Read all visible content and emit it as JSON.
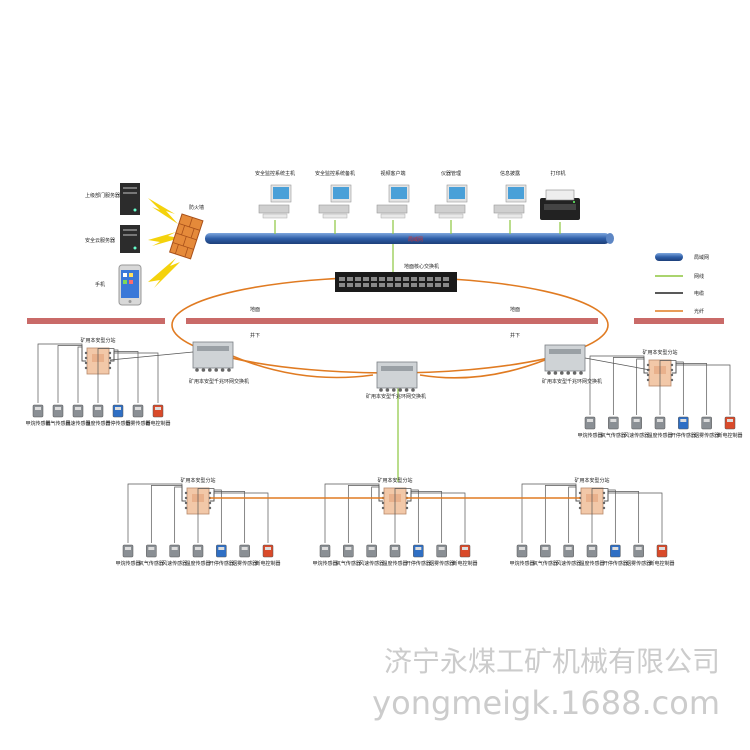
{
  "top_servers": [
    {
      "label": "上级部门服务器",
      "icon": "server-icon"
    },
    {
      "label": "安全云服务器",
      "icon": "server-icon"
    },
    {
      "label": "手机",
      "icon": "phone-icon"
    }
  ],
  "firewall_label": "防火墙",
  "workstations": [
    {
      "label": "安全监控系统主机"
    },
    {
      "label": "安全监控系统备机"
    },
    {
      "label": "视频客户端"
    },
    {
      "label": "仪器管理"
    },
    {
      "label": "信息披露"
    },
    {
      "label": "打印机"
    }
  ],
  "backbone_label": "局域网",
  "core_switch_label": "地面核心交换机",
  "ground_labels": {
    "left_surface": "地面",
    "right_surface": "地面",
    "left_under": "井下",
    "right_under": "井下"
  },
  "legend": [
    {
      "name": "局域网",
      "color": "#3d6fb4",
      "style": "pipe"
    },
    {
      "name": "网线",
      "color": "#8dc63f",
      "style": "line"
    },
    {
      "name": "电缆",
      "color": "#222222",
      "style": "line"
    },
    {
      "name": "光纤",
      "color": "#e07b22",
      "style": "line"
    }
  ],
  "ring_switches": [
    {
      "label": "矿用本安型千兆环网交换机"
    },
    {
      "label": "矿用本安型千兆环网交换机"
    },
    {
      "label": "矿用本安型千兆环网交换机"
    }
  ],
  "substation_label": "矿用本安型分站",
  "sensors": [
    "甲烷传感器",
    "氧气传感器",
    "风速传感器",
    "温度传感器",
    "开停传感器",
    "烟雾传感器",
    "断电控制器"
  ],
  "watermark": {
    "line1": "济宁永煤工矿机械有限公司",
    "line2": "yongmeigk.1688.com"
  }
}
